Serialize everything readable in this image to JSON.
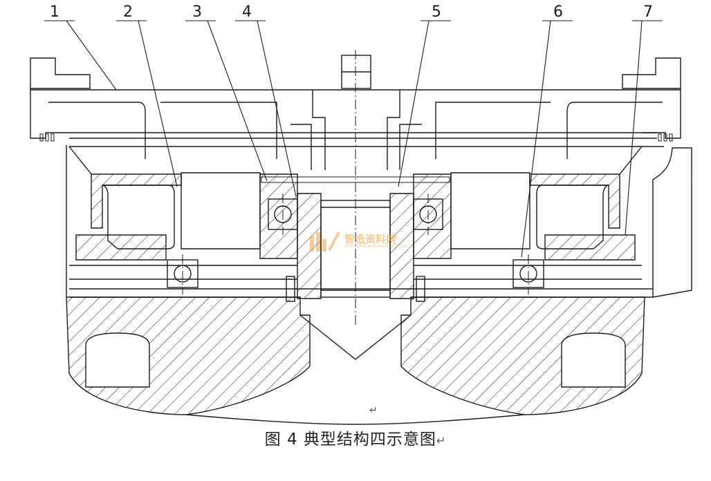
{
  "callouts": [
    {
      "label": "1"
    },
    {
      "label": "2"
    },
    {
      "label": "3"
    },
    {
      "label": "4"
    },
    {
      "label": "5"
    },
    {
      "label": "6"
    },
    {
      "label": "7"
    }
  ],
  "caption": {
    "text": "图 4  典型结构四示意图",
    "return_mark": "↵"
  },
  "watermark": {
    "brand": "智造资料网",
    "sub": "INTELLIGENT MANUFACTURING DATA",
    "color": "#e6a245"
  },
  "pilcrow": "↵"
}
